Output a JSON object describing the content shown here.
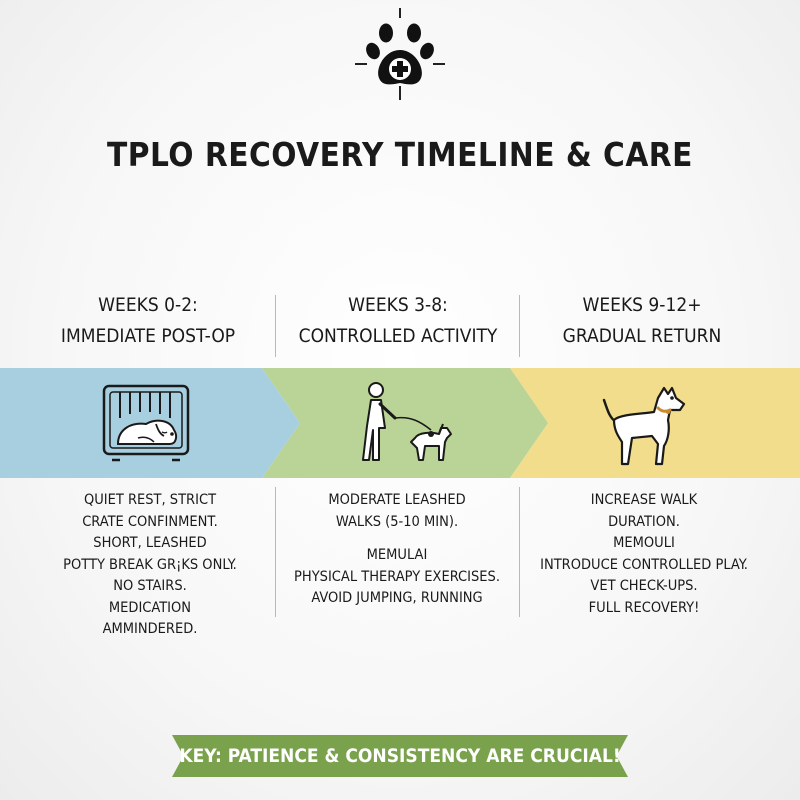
{
  "title": "TPLO RECOVERY TIMELINE & CARE",
  "logo": {
    "icon": "paw-medical-cross-icon"
  },
  "colors": {
    "phase1": "#a7cfe0",
    "phase2": "#b9d496",
    "phase3": "#f2dd8c",
    "key_banner": "#7aa24c",
    "ink": "#1e1e1e"
  },
  "phases": [
    {
      "heading": [
        "WEEKS 0-2:",
        "IMMEDIATE POST-OP"
      ],
      "icon": "dog-in-crate-icon",
      "body": [
        "QUIET REST, STRICT",
        "CRATE CONFINMENT.",
        "SHORT, LEASHED",
        "POTTY BREAK GR¡KS ONLY.",
        "NO STAIRS.",
        "MEDICATION",
        "AMMINDERED."
      ]
    },
    {
      "heading": [
        "WEEKS 3-8:",
        "CONTROLLED ACTIVITY"
      ],
      "icon": "person-walking-leashed-dog-icon",
      "body": [
        "MODERATE LEASHED",
        "WALKS (5-10 MIN).",
        "",
        "MEMULAI",
        "PHYSICAL THERAPY EXERCISES.",
        "AVOID JUMPING, RUNNING"
      ]
    },
    {
      "heading": [
        "WEEKS 9-12+",
        "GRADUAL RETURN"
      ],
      "icon": "standing-dog-icon",
      "body": [
        "INCREASE WALK",
        "DURATION.",
        "MEMOULI",
        "INTRODUCE CONTROLLED PLAY.",
        "VET CHECK-UPS.",
        "FULL RECOVERY!"
      ]
    }
  ],
  "key_banner": "KEY: PATIENCE & CONSISTENCY ARE CRUCIAL!"
}
